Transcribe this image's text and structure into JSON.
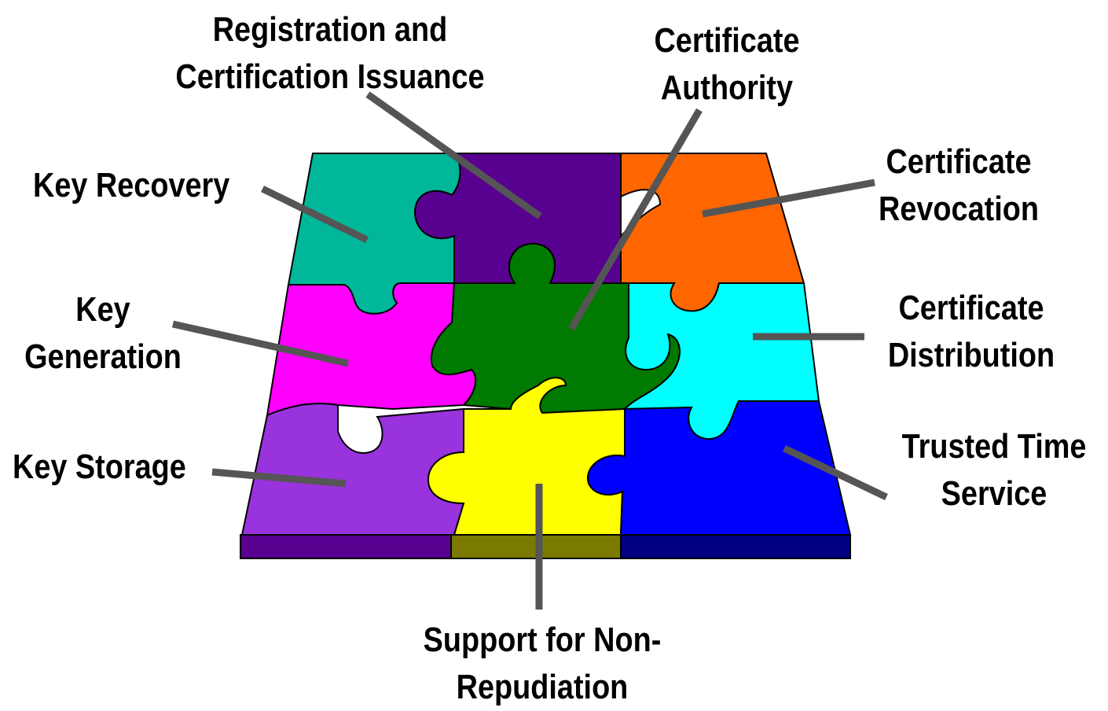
{
  "labels": {
    "registration": [
      "Registration and",
      "Certification Issuance"
    ],
    "ca": [
      "Certificate",
      "Authority"
    ],
    "revocation": [
      "Certificate",
      "Revocation"
    ],
    "key_recovery": [
      "Key Recovery"
    ],
    "key_generation": [
      "Key",
      "Generation"
    ],
    "distribution": [
      "Certificate",
      "Distribution"
    ],
    "key_storage": [
      "Key Storage"
    ],
    "trusted_time": [
      "Trusted Time",
      "Service"
    ],
    "non_repudiation": [
      "Support for Non-",
      "Repudiation"
    ]
  },
  "colors": {
    "key_recovery": "#00B79A",
    "registration": "#58008F",
    "revocation": "#FF6600",
    "key_generation": "#FF00FF",
    "ca": "#007A00",
    "distribution": "#00FFFF",
    "key_storage": "#9933DD",
    "non_repudiation": "#FFFF00",
    "trusted_time": "#0000FF",
    "leader_line": "#555555",
    "edge_left": "#58008F",
    "edge_middle": "#7A7A00",
    "edge_right": "#000080"
  }
}
